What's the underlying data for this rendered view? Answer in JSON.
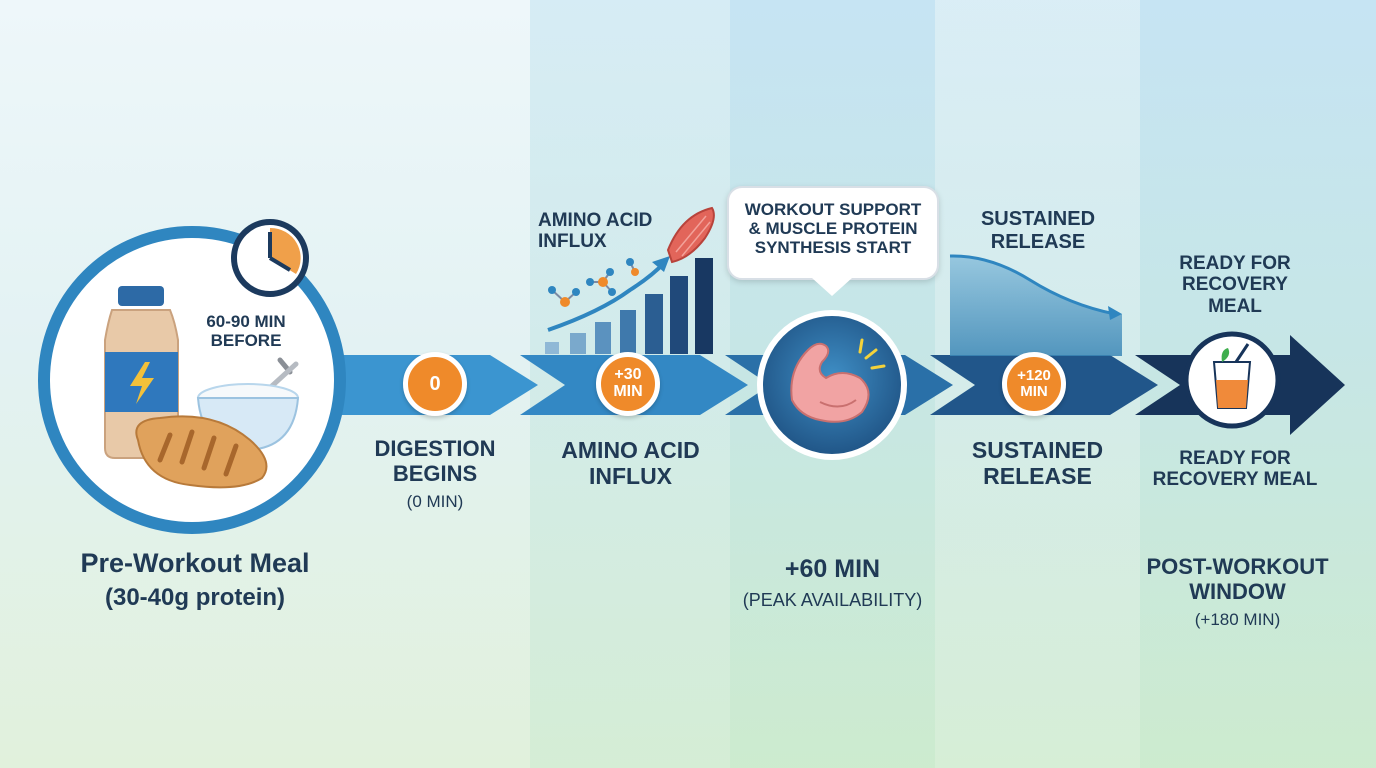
{
  "meal": {
    "timing": "60-90 MIN\nBEFORE",
    "title": "Pre-Workout Meal",
    "subtitle": "(30-40g protein)"
  },
  "stage_zero": {
    "badge": "0",
    "title": "DIGESTION\nBEGINS",
    "sub": "(0 MIN)"
  },
  "stage_thirty": {
    "badge": "+30\nMIN",
    "header": "AMINO ACID\nINFLUX",
    "title": "AMINO ACID\nINFLUX"
  },
  "stage_sixty": {
    "callout": "WORKOUT SUPPORT\n& MUSCLE PROTEIN\nSYNTHESIS START",
    "title": "+60 MIN",
    "sub": "(PEAK AVAILABILITY)"
  },
  "stage_onetwenty": {
    "badge": "+120\nMIN",
    "header": "SUSTAINED\nRELEASE",
    "title": "SUSTAINED\nRELEASE"
  },
  "stage_post": {
    "header": "READY FOR\nRECOVERY\nMEAL",
    "label": "READY FOR\nRECOVERY MEAL",
    "title": "POST-WORKOUT\nWINDOW",
    "sub": "(+180 MIN)"
  },
  "colors": {
    "orange": "#ef8a2a",
    "navy": "#1c3a5e",
    "blue": "#2f86c0",
    "text": "#203a55"
  }
}
